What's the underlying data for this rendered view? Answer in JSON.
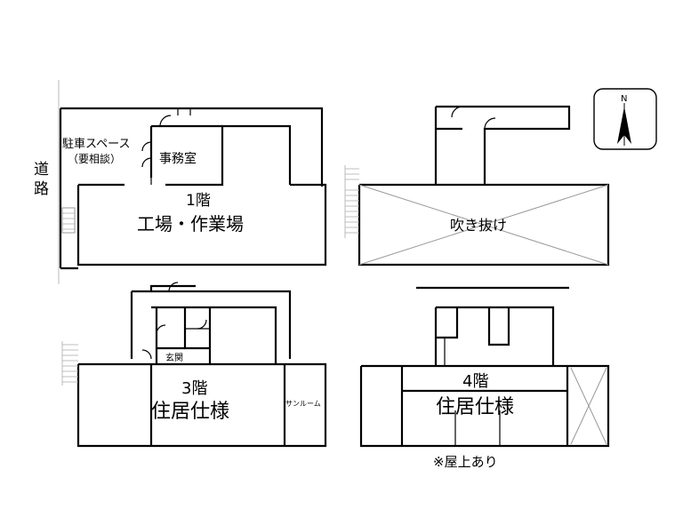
{
  "labels": {
    "road_char1": "道",
    "road_char2": "路",
    "parking_line1": "駐車スペース",
    "parking_line2": "（要相談）",
    "office": "事務室",
    "floor1_name": "1階",
    "floor1_use": "工場・作業場",
    "atrium": "吹き抜け",
    "entrance": "玄関",
    "floor3_name": "3階",
    "floor3_use": "住居仕様",
    "sunroom": "サンルーム",
    "floor4_name": "4階",
    "floor4_use": "住居仕様",
    "rooftop_note": "※屋上あり",
    "north": "N"
  },
  "colors": {
    "wall": "#000000",
    "guide": "#999999",
    "background": "#ffffff"
  },
  "icons": [
    "compass-north-icon",
    "door-swing-icon",
    "stair-icon"
  ]
}
